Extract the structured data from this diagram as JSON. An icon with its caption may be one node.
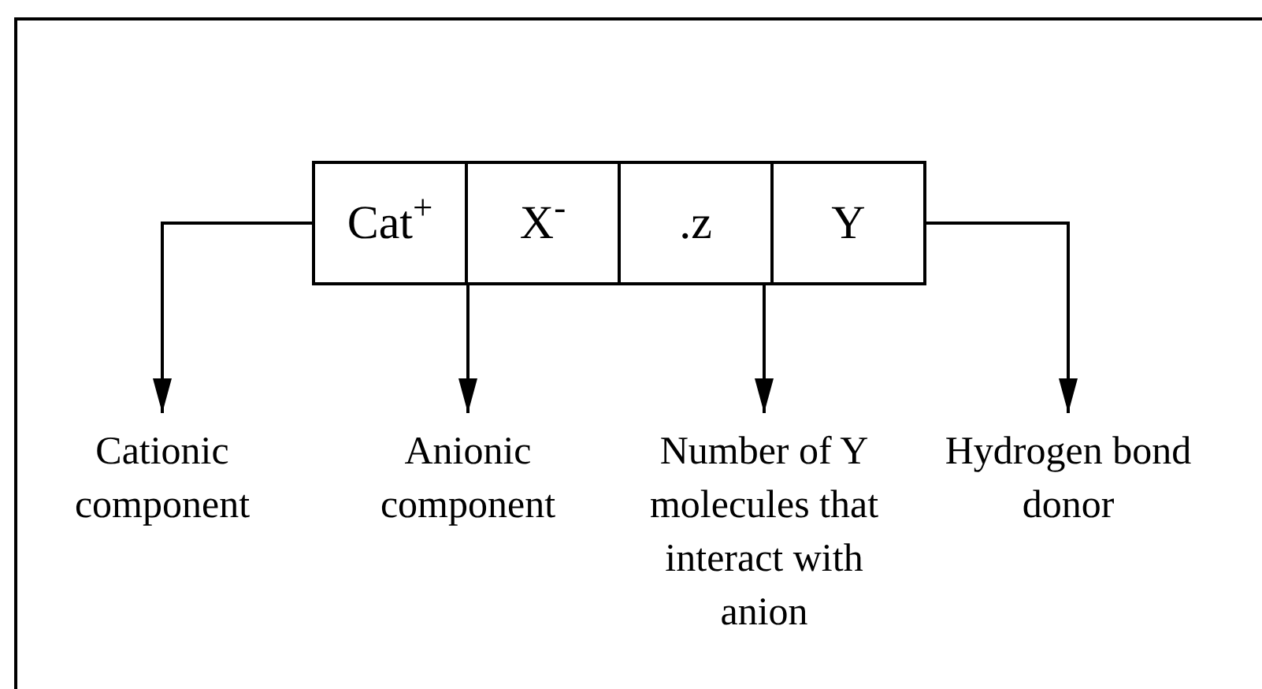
{
  "diagram": {
    "nodes": [
      {
        "text": [
          "Cat$^{+}$"
        ]
      },
      {
        "text": [
          "X$^{-}$"
        ]
      },
      {
        "text": [
          ".z"
        ]
      },
      {
        "text": [
          "Y"
        ]
      },
      {
        "text": [
          "Cationic component"
        ]
      },
      {
        "text": [
          "Anionic component"
        ]
      },
      {
        "text": [
          "Number of Y molecules that interact with anion"
        ]
      },
      {
        "text": [
          "Hydrogen bond donor"
        ]
      }
    ],
    "edges": [
      {
        "from": 0,
        "to": 4,
        "arrow": "to"
      },
      {
        "from": 1,
        "to": 5,
        "arrow": "to"
      },
      {
        "from": 2,
        "to": 6,
        "arrow": "to"
      },
      {
        "from": 3,
        "to": 7,
        "arrow": "to"
      }
    ]
  }
}
